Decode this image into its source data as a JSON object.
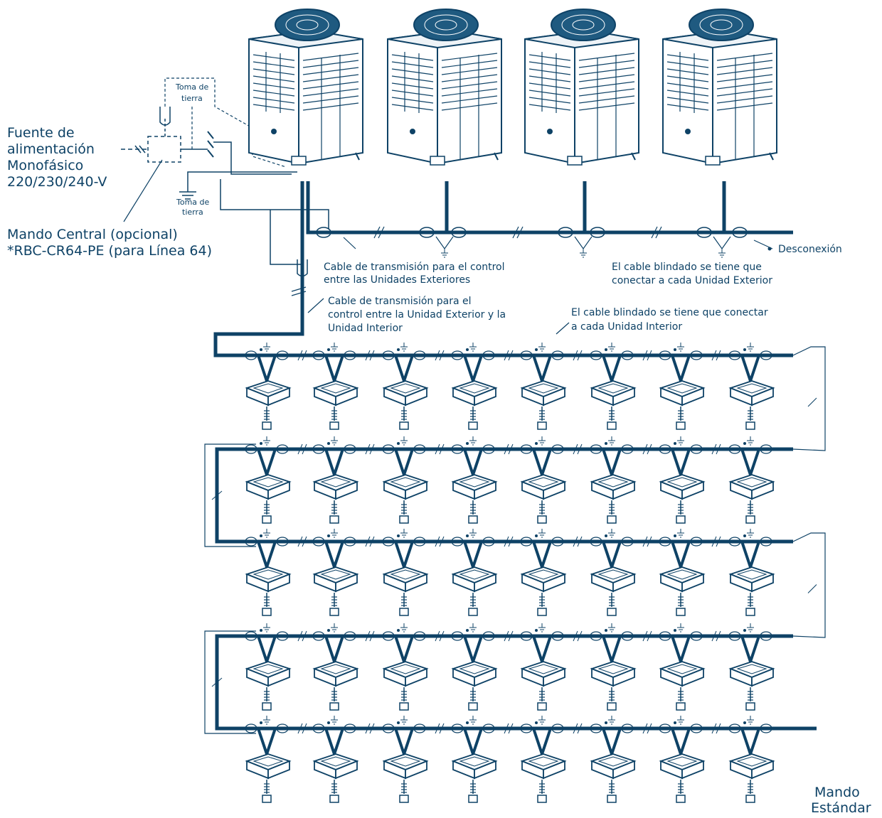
{
  "colors": {
    "ink": "#0e4266",
    "fan": "#1f5a80",
    "background": "#ffffff"
  },
  "labels": {
    "power_source": [
      "Fuente de",
      "alimentación",
      "Monofásico",
      "220/230/240-V"
    ],
    "ground_top": [
      "Toma de",
      "tierra"
    ],
    "ground_bottom": [
      "Toma de",
      "tierra"
    ],
    "central_remote": [
      "Mando Central (opcional)",
      "*RBC-CR64-PE (para Línea 64)"
    ],
    "cable_outdoor": [
      "Cable de transmisión para el control",
      "entre las Unidades Exteriores"
    ],
    "cable_outdoor_indoor": [
      "Cable de transmisión para el",
      "control entre la Unidad Exterior y la",
      "Unidad Interior"
    ],
    "shield_outdoor": [
      "El cable blindado se tiene que",
      "conectar a cada Unidad Exterior"
    ],
    "shield_indoor": [
      "El cable blindado se tiene que conectar",
      "a cada Unidad Interior"
    ],
    "disconnection": "Desconexión",
    "standard_remote": [
      "Mando",
      "Estándar"
    ]
  },
  "icons": {
    "outdoor_unit": "outdoor-unit-icon",
    "indoor_unit": "cassette-indoor-unit-icon",
    "remote": "remote-controller-icon",
    "ground": "ground-icon"
  },
  "layout_counts": {
    "outdoor_units": 4,
    "indoor_rows": 5,
    "indoor_units_per_row": 8
  }
}
